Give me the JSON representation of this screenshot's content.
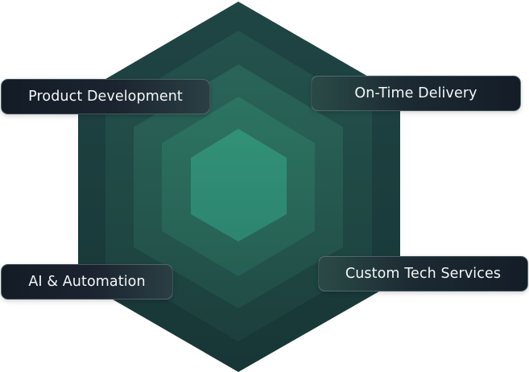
{
  "diagram": {
    "labels": {
      "product_development": "Product Development",
      "on_time_delivery": "On-Time Delivery",
      "ai_automation": "AI & Automation",
      "custom_tech_services": "Custom Tech Services"
    },
    "colors": {
      "layer_1": "#1b3d3d",
      "layer_2": "#1f4a44",
      "layer_3": "#23584f",
      "layer_4": "#26695a",
      "layer_5": "#2a7a66",
      "core": "#2e8a72",
      "label_background": "#151d28",
      "label_text": "#f4f7f7"
    }
  }
}
